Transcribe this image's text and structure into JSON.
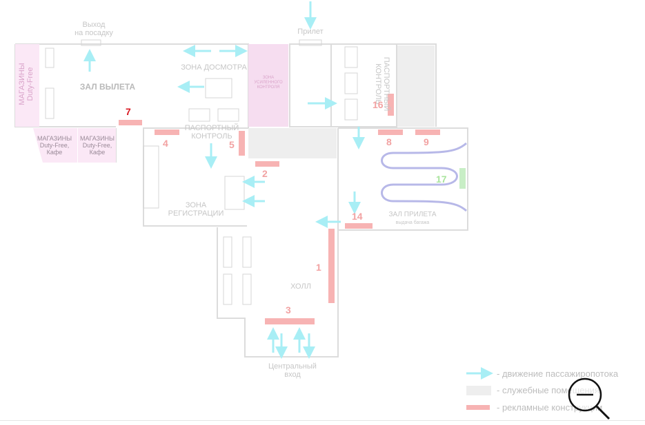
{
  "colors": {
    "wall": "#dcdcdc",
    "flow_arrow": "#a8eef5",
    "service": "#eeeeee",
    "advert": "#f7b3b3",
    "shops": "#fbe8f6",
    "queue": "#b7b8e8",
    "desk": "#c8eec6"
  },
  "labels": {
    "exit_boarding": "Выход\nна посадку",
    "arrival": "Прилет",
    "shops_dutyfree": "МАГАЗИНЫ\nDuty-Free",
    "departure_hall": "ЗАЛ ВЫЛЕТА",
    "security_zone": "ЗОНА ДОСМОТРА",
    "enhanced_control": "ЗОНА\nУСИЛЕННОГО\nКОНТРОЛЯ",
    "passport_control_1": "ПАСПОРТНЫЙ\nКОНТРОЛЬ",
    "passport_control_2": "ПАСПОРТНЫЙ\nКОНТРОЛЬ",
    "shops_cafe_1": "МАГАЗИНЫ\nDuty-Free,\nКафе",
    "shops_cafe_2": "МАГАЗИНЫ\nDuty-Free,\nКафе",
    "registration_zone": "ЗОНА\nРЕГИСТРАЦИИ",
    "arrival_hall": "ЗАЛ ПРИЛЕТА",
    "baggage_claim": "выдача багажа",
    "hall": "ХОЛЛ",
    "central_entrance": "Центральный\nвход"
  },
  "ad_numbers": [
    "1",
    "2",
    "3",
    "4",
    "5",
    "7",
    "8",
    "9",
    "14",
    "16",
    "17"
  ],
  "legend": {
    "flow": "- движение пассажиропотока",
    "service": "- служебные помещения",
    "ads": "- рекламные конструкции"
  },
  "icons": {
    "zoom": "zoom-out-icon"
  }
}
